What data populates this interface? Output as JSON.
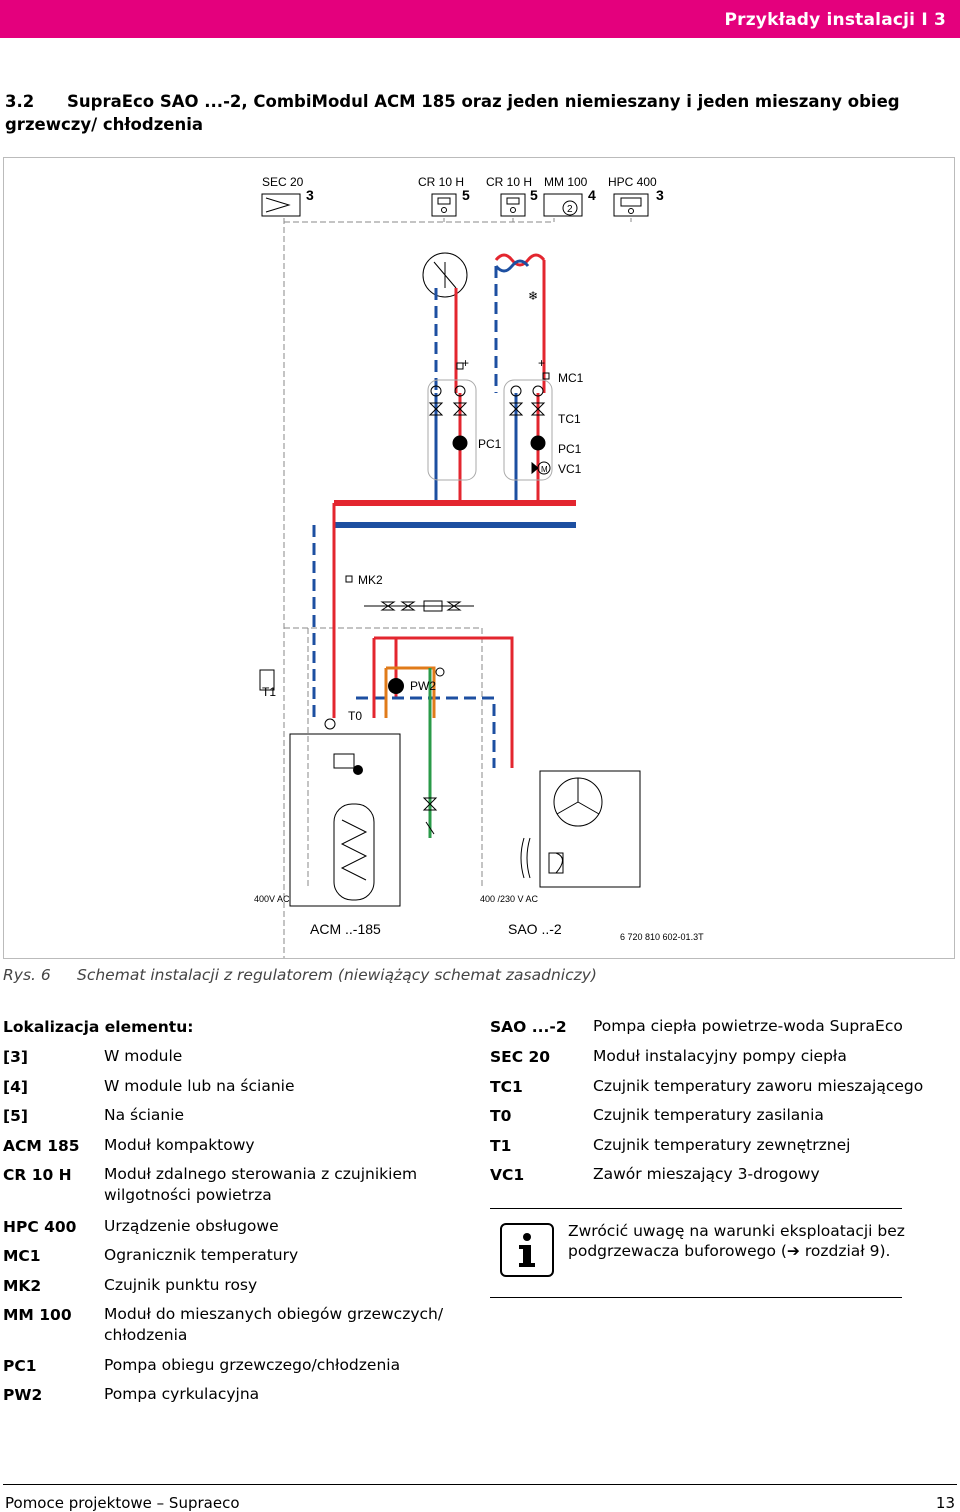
{
  "header": {
    "text": "Przykłady instalacji  I  3",
    "accent_color": "#e4007d"
  },
  "section": {
    "number": "3.2",
    "title": "SupraEco SAO ...-2, CombiModul ACM 185 oraz jeden niemieszany i jeden mieszany obieg grzewczy/ chłodzenia"
  },
  "diagram": {
    "top_devices": [
      {
        "name": "SEC 20",
        "num": "3"
      },
      {
        "name": "CR 10 H",
        "num": "5"
      },
      {
        "name": "CR 10 H",
        "num": "5"
      },
      {
        "name": "MM 100",
        "num": "4"
      },
      {
        "name": "HPC 400",
        "num": "3"
      }
    ],
    "labels": {
      "mc1": "MC1",
      "tc1": "TC1",
      "pc1_left": "PC1",
      "pc1_right": "PC1",
      "vc1": "VC1",
      "mk2": "MK2",
      "t1": "T1",
      "pw2": "PW2",
      "t0": "T0",
      "acm_power": "400V AC",
      "sao_power": "400 /230 V AC",
      "acm": "ACM ..-185",
      "sao": "SAO ..-2",
      "ref": "6 720 810 602-01.3T",
      "mm_circle": "2",
      "motor": "M"
    },
    "colors": {
      "supply": "#e3262f",
      "return": "#1d4fa1",
      "dhw": "#e07b1a",
      "cold": "#2a9a48"
    }
  },
  "figure": {
    "label": "Rys. 6",
    "caption": "Schemat instalacji z regulatorem (niewiążący schemat zasadniczy)"
  },
  "legend_left": {
    "heading": "Lokalizacja elementu:",
    "items": [
      {
        "key": "[3]",
        "desc": "W module"
      },
      {
        "key": "[4]",
        "desc": "W module lub na ścianie"
      },
      {
        "key": "[5]",
        "desc": "Na ścianie"
      },
      {
        "key": "ACM 185",
        "desc": "Moduł kompaktowy"
      },
      {
        "key": "CR 10 H",
        "desc": "Moduł zdalnego sterowania z czujnikiem wilgotności powietrza"
      },
      {
        "key": "HPC 400",
        "desc": "Urządzenie obsługowe"
      },
      {
        "key": "MC1",
        "desc": "Ogranicznik temperatury"
      },
      {
        "key": "MK2",
        "desc": "Czujnik punktu rosy"
      },
      {
        "key": "MM 100",
        "desc": "Moduł do mieszanych obiegów grzewczych/ chłodzenia"
      },
      {
        "key": "PC1",
        "desc": "Pompa obiegu grzewczego/chłodzenia"
      },
      {
        "key": "PW2",
        "desc": "Pompa cyrkulacyjna"
      }
    ]
  },
  "legend_right": {
    "items": [
      {
        "key": "SAO ...-2",
        "desc": "Pompa ciepła powietrze-woda SupraEco"
      },
      {
        "key": "SEC 20",
        "desc": "Moduł instalacyjny pompy ciepła"
      },
      {
        "key": "TC1",
        "desc": "Czujnik temperatury zaworu mieszającego"
      },
      {
        "key": "T0",
        "desc": "Czujnik temperatury zasilania"
      },
      {
        "key": "T1",
        "desc": "Czujnik temperatury zewnętrznej"
      },
      {
        "key": "VC1",
        "desc": "Zawór mieszający 3-drogowy"
      }
    ]
  },
  "note": {
    "icon": "info-icon",
    "text": "Zwrócić uwagę na warunki eksploatacji bez podgrzewacza buforowego (➔ rozdział 9)."
  },
  "footer": {
    "left": "Pomoce projektowe – Supraeco",
    "right": "13"
  }
}
